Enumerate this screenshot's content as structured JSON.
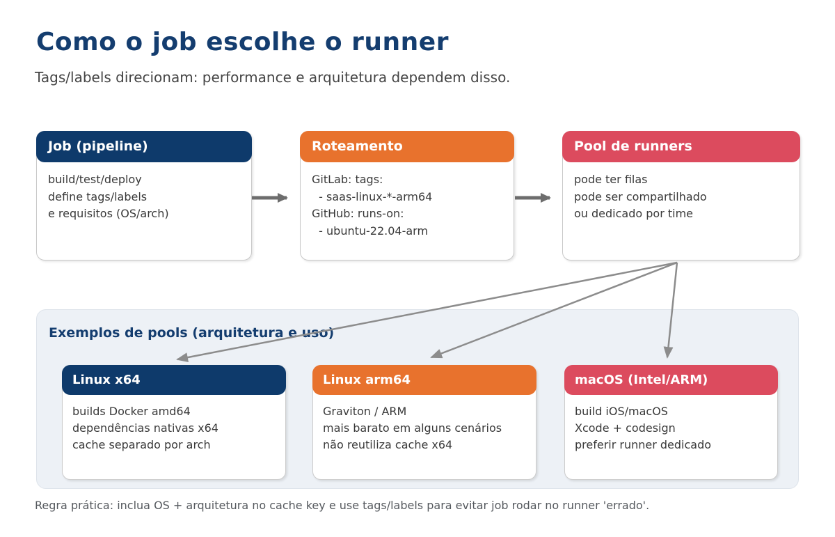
{
  "page": {
    "title": "Como o job escolhe o runner",
    "subtitle": "Tags/labels direcionam: performance e arquitetura dependem disso.",
    "footer": "Regra prática: inclua OS + arquitetura no cache key e use tags/labels para evitar job rodar no runner 'errado'."
  },
  "colors": {
    "navy": "#0e3a6b",
    "orange": "#e8722d",
    "red": "#dc4b5e",
    "panel_bg": "#edf1f6",
    "arrow_gray": "#8c8c8c",
    "title_navy": "#143d6f"
  },
  "flow_boxes": [
    {
      "title": "Job (pipeline)",
      "lines": [
        "build/test/deploy",
        "define tags/labels",
        "e requisitos (OS/arch)"
      ]
    },
    {
      "title": "Roteamento",
      "lines": [
        "GitLab: tags:",
        "  - saas-linux-*-arm64",
        "GitHub: runs-on:",
        "  - ubuntu-22.04-arm"
      ]
    },
    {
      "title": "Pool de runners",
      "lines": [
        "pode ter filas",
        "pode ser compartilhado",
        "ou dedicado por time"
      ]
    }
  ],
  "examples_panel": {
    "title": "Exemplos de pools (arquitetura e uso)",
    "cards": [
      {
        "title": "Linux x64",
        "lines": [
          "builds Docker amd64",
          "dependências nativas x64",
          "cache separado por arch"
        ]
      },
      {
        "title": "Linux arm64",
        "lines": [
          "Graviton / ARM",
          "mais barato em alguns cenários",
          "não reutiliza cache x64"
        ]
      },
      {
        "title": "macOS (Intel/ARM)",
        "lines": [
          "build iOS/macOS",
          "Xcode + codesign",
          "preferir runner dedicado"
        ]
      }
    ]
  }
}
